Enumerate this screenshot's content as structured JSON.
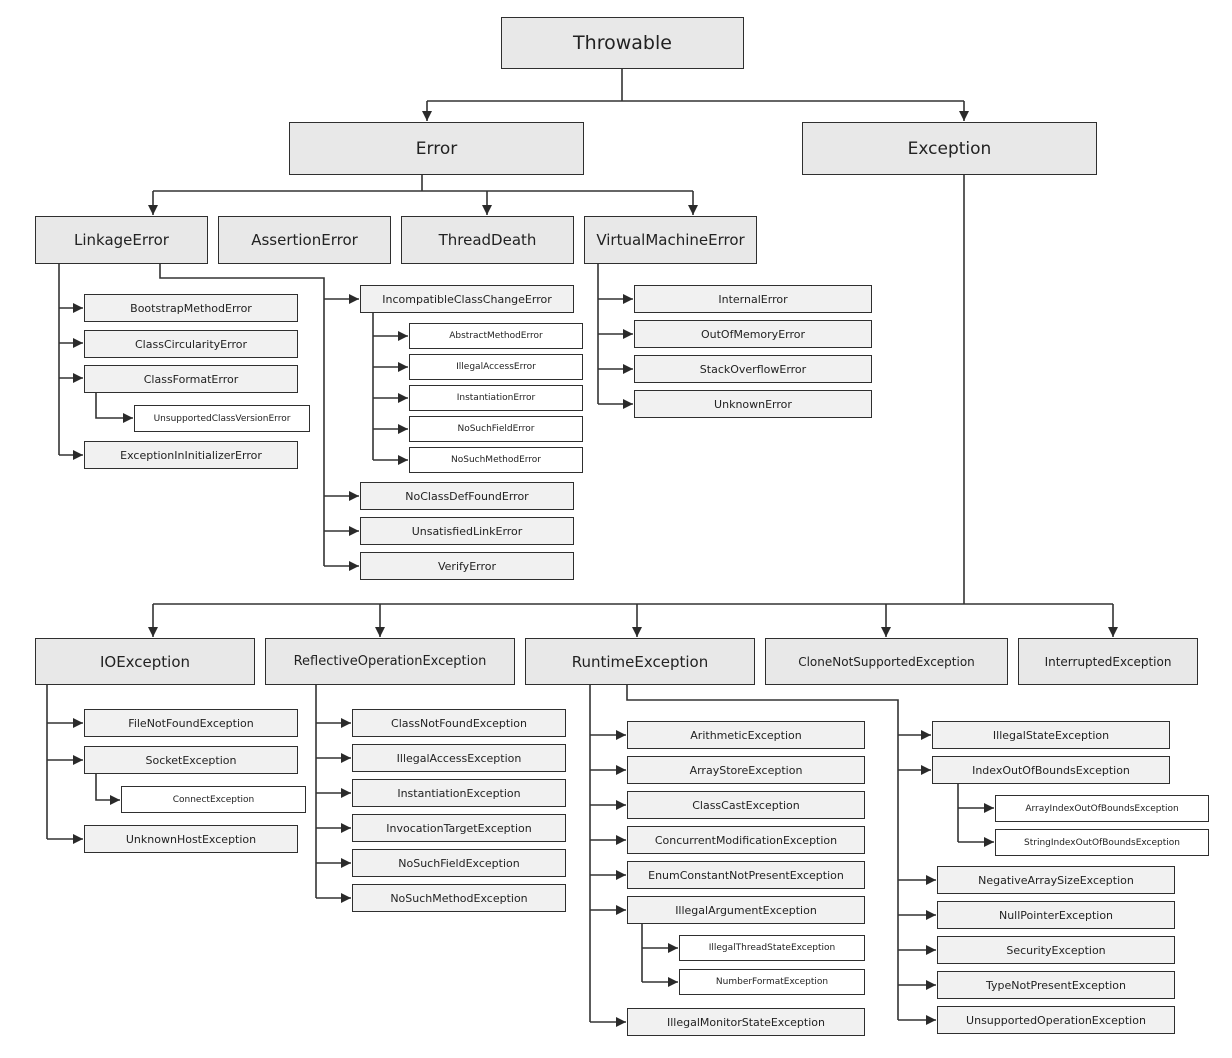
{
  "diagram": {
    "nodes": {
      "throwable": "Throwable",
      "error": "Error",
      "exception": "Exception",
      "linkage_error": "LinkageError",
      "assertion_error": "AssertionError",
      "thread_death": "ThreadDeath",
      "virtual_machine_error": "VirtualMachineError",
      "bootstrap_method_error": "BootstrapMethodError",
      "class_circularity_error": "ClassCircularityError",
      "class_format_error": "ClassFormatError",
      "unsupported_class_version_error": "UnsupportedClassVersionError",
      "exception_in_initializer_error": "ExceptionInInitializerError",
      "incompatible_class_change_error": "IncompatibleClassChangeError",
      "abstract_method_error": "AbstractMethodError",
      "illegal_access_error": "IllegalAccessError",
      "instantiation_error": "InstantiationError",
      "no_such_field_error": "NoSuchFieldError",
      "no_such_method_error": "NoSuchMethodError",
      "no_class_def_found_error": "NoClassDefFoundError",
      "unsatisfied_link_error": "UnsatisfiedLinkError",
      "verify_error": "VerifyError",
      "internal_error": "InternalError",
      "out_of_memory_error": "OutOfMemoryError",
      "stack_overflow_error": "StackOverflowError",
      "unknown_error": "UnknownError",
      "io_exception": "IOException",
      "reflective_operation_exception": "ReflectiveOperationException",
      "runtime_exception": "RuntimeException",
      "clone_not_supported_exception": "CloneNotSupportedException",
      "interrupted_exception": "InterruptedException",
      "file_not_found_exception": "FileNotFoundException",
      "socket_exception": "SocketException",
      "connect_exception": "ConnectException",
      "unknown_host_exception": "UnknownHostException",
      "class_not_found_exception": "ClassNotFoundException",
      "illegal_access_exception": "IllegalAccessException",
      "instantiation_exception": "InstantiationException",
      "invocation_target_exception": "InvocationTargetException",
      "no_such_field_exception": "NoSuchFieldException",
      "no_such_method_exception": "NoSuchMethodException",
      "arithmetic_exception": "ArithmeticException",
      "array_store_exception": "ArrayStoreException",
      "class_cast_exception": "ClassCastException",
      "concurrent_modification_exception": "ConcurrentModificationException",
      "enum_constant_not_present_exception": "EnumConstantNotPresentException",
      "illegal_argument_exception": "IllegalArgumentException",
      "illegal_thread_state_exception": "IllegalThreadStateException",
      "number_format_exception": "NumberFormatException",
      "illegal_monitor_state_exception": "IllegalMonitorStateException",
      "illegal_state_exception": "IllegalStateException",
      "index_out_of_bounds_exception": "IndexOutOfBoundsException",
      "array_index_out_of_bounds_exception": "ArrayIndexOutOfBoundsException",
      "string_index_out_of_bounds_exception": "StringIndexOutOfBoundsException",
      "negative_array_size_exception": "NegativeArraySizeException",
      "null_pointer_exception": "NullPointerException",
      "security_exception": "SecurityException",
      "type_not_present_exception": "TypeNotPresentException",
      "unsupported_operation_exception": "UnsupportedOperationException"
    }
  }
}
